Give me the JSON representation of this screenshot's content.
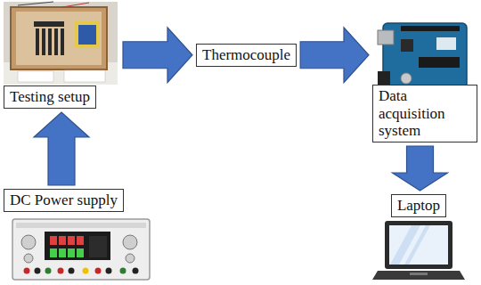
{
  "diagram": {
    "nodes": [
      {
        "text": [
          "Testing setup"
        ]
      },
      {
        "text": [
          "Thermocouple"
        ]
      },
      {
        "text": [
          "Data acquisition system"
        ]
      },
      {
        "text": [
          "Laptop"
        ]
      },
      {
        "text": [
          "DC Power supply"
        ]
      }
    ],
    "edges": [
      {
        "from": 0,
        "to": 1,
        "arrow": "to"
      },
      {
        "from": 1,
        "to": 2,
        "arrow": "to"
      },
      {
        "from": 2,
        "to": 3,
        "arrow": "to"
      },
      {
        "from": 4,
        "to": 0,
        "arrow": "to"
      }
    ]
  }
}
